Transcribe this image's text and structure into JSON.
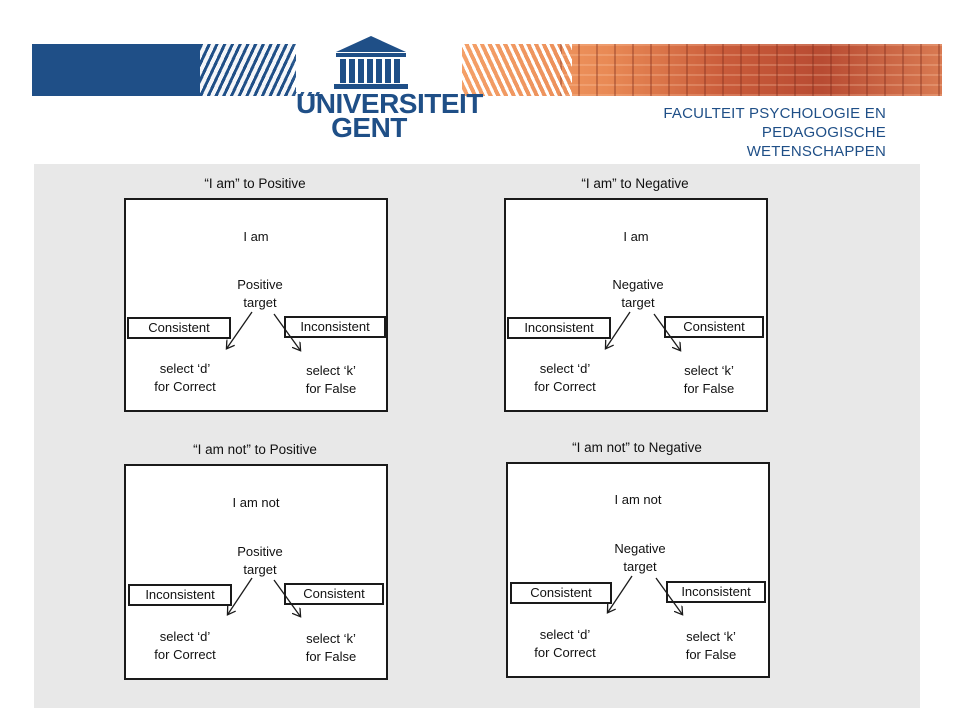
{
  "header": {
    "university_line1": "UNIVERSITEIT",
    "university_line2": "GENT",
    "faculty_line1": "FACULTEIT PSYCHOLOGIE EN",
    "faculty_line2": "PEDAGOGISCHE WETENSCHAPPEN",
    "icons": [
      "building-logo-icon"
    ],
    "colors": {
      "brand_blue": "#1f4f87",
      "brand_orange": "#e98a55",
      "panel_gray": "#e8e8e8"
    }
  },
  "panels": [
    {
      "title": "“I am” to Positive",
      "prime": "I am",
      "target_line1": "Positive",
      "target_line2": "target",
      "left_label": "Consistent",
      "right_label": "Inconsistent",
      "left_action_line1": "select ‘d’",
      "left_action_line2": "for Correct",
      "right_action_line1": "select ‘k’",
      "right_action_line2": "for False"
    },
    {
      "title": "“I am” to Negative",
      "prime": "I am",
      "target_line1": "Negative",
      "target_line2": "target",
      "left_label": "Inconsistent",
      "right_label": "Consistent",
      "left_action_line1": "select ‘d’",
      "left_action_line2": "for Correct",
      "right_action_line1": "select ‘k’",
      "right_action_line2": "for False"
    },
    {
      "title": "“I am not” to Positive",
      "prime": "I am not",
      "target_line1": "Positive",
      "target_line2": "target",
      "left_label": "Inconsistent",
      "right_label": "Consistent",
      "left_action_line1": "select ‘d’",
      "left_action_line2": "for Correct",
      "right_action_line1": "select ‘k’",
      "right_action_line2": "for False"
    },
    {
      "title": "“I am not” to Negative",
      "prime": "I am not",
      "target_line1": "Negative",
      "target_line2": "target",
      "left_label": "Consistent",
      "right_label": "Inconsistent",
      "left_action_line1": "select ‘d’",
      "left_action_line2": "for Correct",
      "right_action_line1": "select ‘k’",
      "right_action_line2": "for False"
    }
  ]
}
